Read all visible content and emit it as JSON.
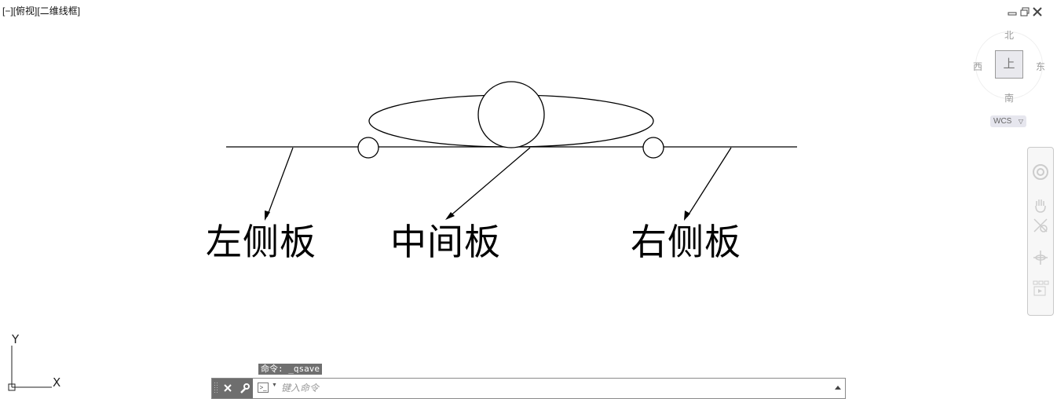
{
  "viewport": {
    "label_parts": [
      "[−]",
      "[俯视]",
      "[二维线框]"
    ]
  },
  "drawing": {
    "labels": {
      "left": "左侧板",
      "middle": "中间板",
      "right": "右侧板"
    }
  },
  "viewcube": {
    "north": "北",
    "south": "南",
    "east": "东",
    "west": "西",
    "face": "上",
    "wcs": "WCS"
  },
  "ucs": {
    "x_label": "X",
    "y_label": "Y"
  },
  "command": {
    "history": "命令:  _qsave",
    "placeholder": "键入命令"
  },
  "icons": {
    "window": [
      "minimize-icon",
      "restore-icon",
      "close-icon"
    ],
    "navbar": [
      "steering-wheel-icon",
      "pan-icon",
      "zoom-icon",
      "orbit-icon",
      "showmotion-icon"
    ],
    "command": [
      "grip-icon",
      "close-icon",
      "wrench-icon",
      "prompt-icon",
      "history-up-icon"
    ]
  },
  "colors": {
    "command_handle": "#6e6e6e",
    "history_bg": "#6f6f6f"
  }
}
